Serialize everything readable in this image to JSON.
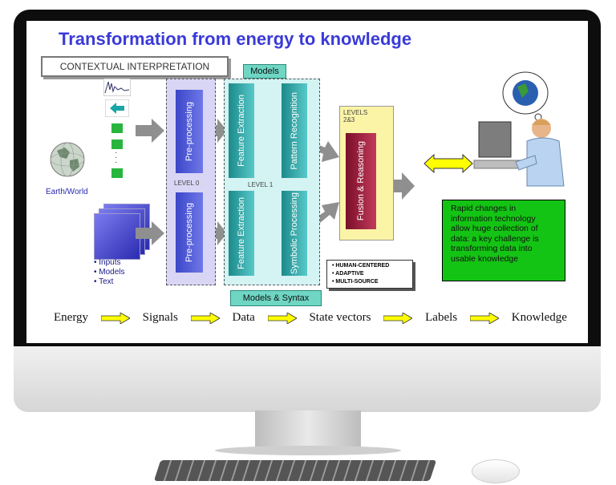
{
  "slide": {
    "title": "Transformation from energy to knowledge",
    "context_label": "CONTEXTUAL INTERPRETATION",
    "models_tag": "Models",
    "models_syntax_tag": "Models & Syntax",
    "level0": "LEVEL 0",
    "level1": "LEVEL 1",
    "levels23": "LEVELS\n2&3",
    "earth_label": "Earth/World",
    "inputs": [
      "• Inputs",
      "• Models",
      "• Text"
    ],
    "blocks": {
      "preprocessing_top": "Pre-processing",
      "preprocessing_bottom": "Pre-processing",
      "feature_top": "Feature Extraction",
      "pattern": "Pattern Recognition",
      "feature_bottom": "Feature Extraction",
      "symbolic": "Symbolic Processing",
      "fusion": "Fusion & Reasoning"
    },
    "features_list": [
      "• HUMAN-CENTERED",
      "• ADAPTIVE",
      "• MULTI-SOURCE"
    ],
    "note": "Rapid changes in information technology allow huge collection of data:  a key challenge is transforming data into usable knowledge",
    "chain": [
      "Energy",
      "Signals",
      "Data",
      "State vectors",
      "Labels",
      "Knowledge"
    ],
    "colors": {
      "title": "#3a3ad8",
      "note_bg": "#14c414",
      "chain_arrow": "#ffff00",
      "preprocessing": "#3b46c8",
      "feature": "#1c8a8a",
      "fusion": "#7a0f2a"
    }
  }
}
